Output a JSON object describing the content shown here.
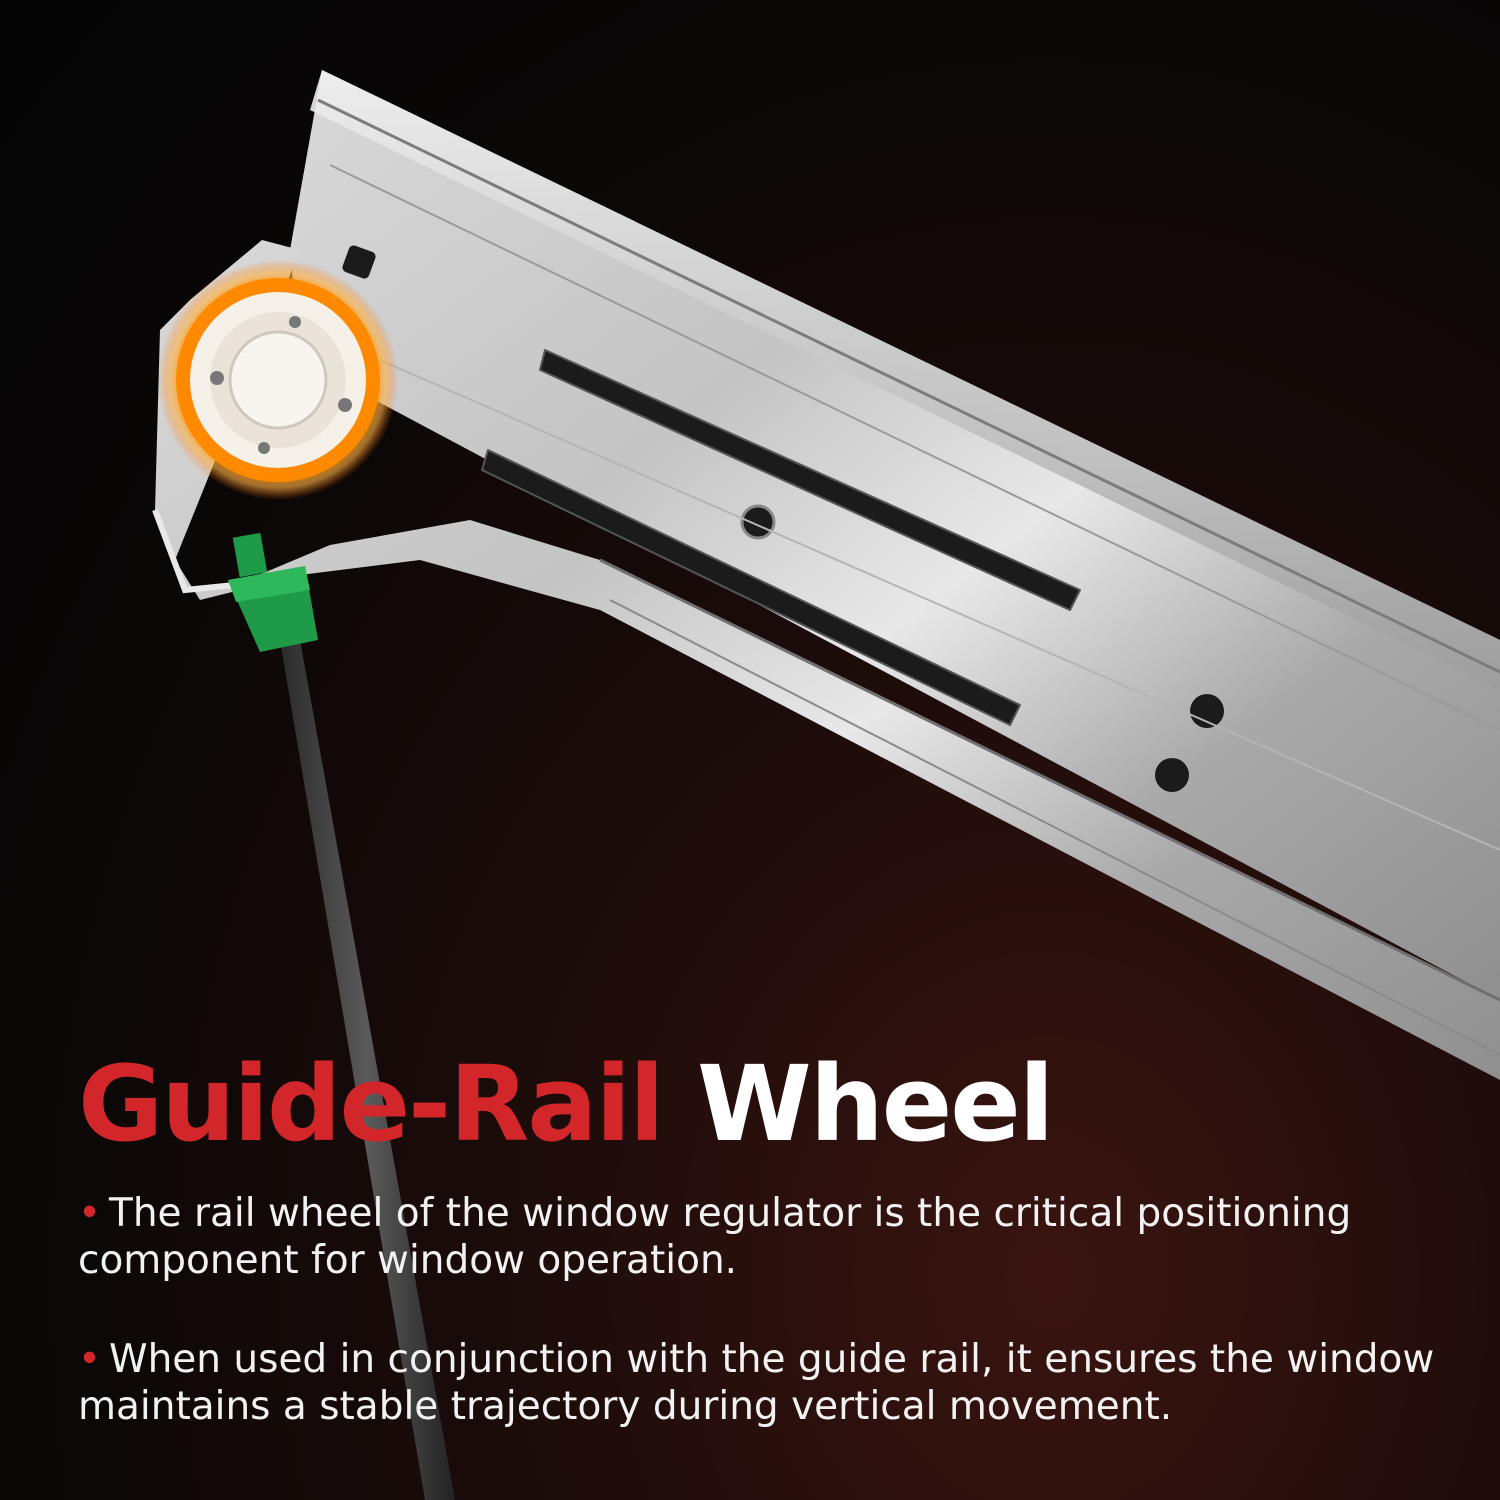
{
  "colors": {
    "accent_red": "#d3262a",
    "title_white": "#ffffff",
    "glow_orange": "#ff8a00",
    "connector_green": "#1f9a48"
  },
  "heading": {
    "red_part": "Guide-Rail",
    "white_part": "Wheel"
  },
  "bullets": [
    {
      "marker": "•",
      "text": "The rail wheel of the window regulator is the critical positioning component for window operation."
    },
    {
      "marker": "•",
      "text": "When used in conjunction with the guide rail, it ensures the window maintains a stable trajectory during vertical movement."
    }
  ]
}
